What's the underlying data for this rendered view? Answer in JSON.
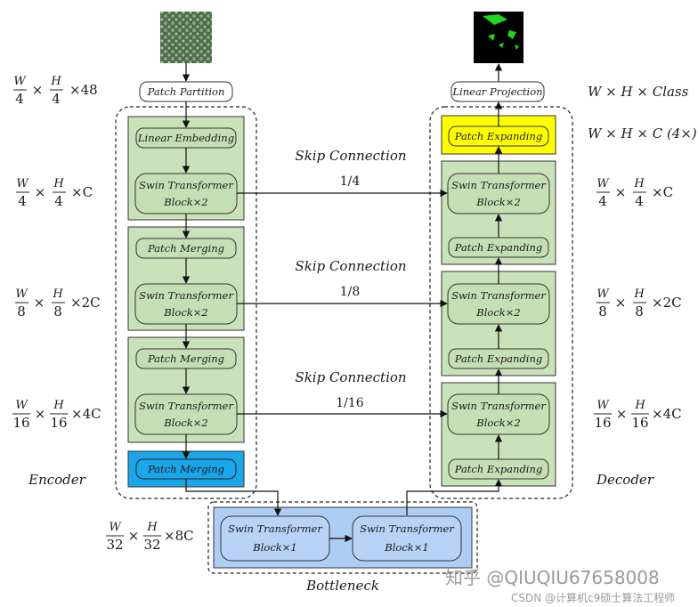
{
  "labels": {
    "patch_partition": "Patch Partition",
    "linear_embedding": "Linear Embedding",
    "swin_transformer": "Swin Transformer",
    "block_x2": "Block×2",
    "block_x1": "Block×1",
    "patch_merging": "Patch Merging",
    "patch_expanding": "Patch Expanding",
    "linear_projection": "Linear Projection",
    "skip_connection": "Skip Connection",
    "encoder": "Encoder",
    "decoder": "Decoder",
    "bottleneck": "Bottleneck"
  },
  "skip_ratios": [
    "1/4",
    "1/8",
    "1/16"
  ],
  "dims_left": [
    {
      "w": "W",
      "wd": "4",
      "h": "H",
      "hd": "4",
      "rest": "×48"
    },
    {
      "w": "W",
      "wd": "4",
      "h": "H",
      "hd": "4",
      "rest": "×C"
    },
    {
      "w": "W",
      "wd": "8",
      "h": "H",
      "hd": "8",
      "rest": "×2C"
    },
    {
      "w": "W",
      "wd": "16",
      "h": "H",
      "hd": "16",
      "rest": "×4C"
    },
    {
      "w": "W",
      "wd": "32",
      "h": "H",
      "hd": "32",
      "rest": "×8C"
    }
  ],
  "dims_right_plain": [
    "W × H × Class",
    "W × H × C (4×)"
  ],
  "dims_right": [
    {
      "w": "W",
      "wd": "4",
      "h": "H",
      "hd": "4",
      "rest": "×C"
    },
    {
      "w": "W",
      "wd": "8",
      "h": "H",
      "hd": "8",
      "rest": "×2C"
    },
    {
      "w": "W",
      "wd": "16",
      "h": "H",
      "hd": "16",
      "rest": "×4C"
    }
  ],
  "watermark": {
    "main": "知乎 @QIUQIU67658008",
    "sub": "CSDN @计算机c9硕士算法工程师"
  },
  "colors": {
    "green_fill": "#c5dfb5",
    "stage_fill": "#c9e2b9",
    "yellow": "#ffff00",
    "blue_merge": "#1aa6e8",
    "bottleneck_fill": "#aecdf5",
    "swin_blue_fill": "#b9d3f7"
  }
}
